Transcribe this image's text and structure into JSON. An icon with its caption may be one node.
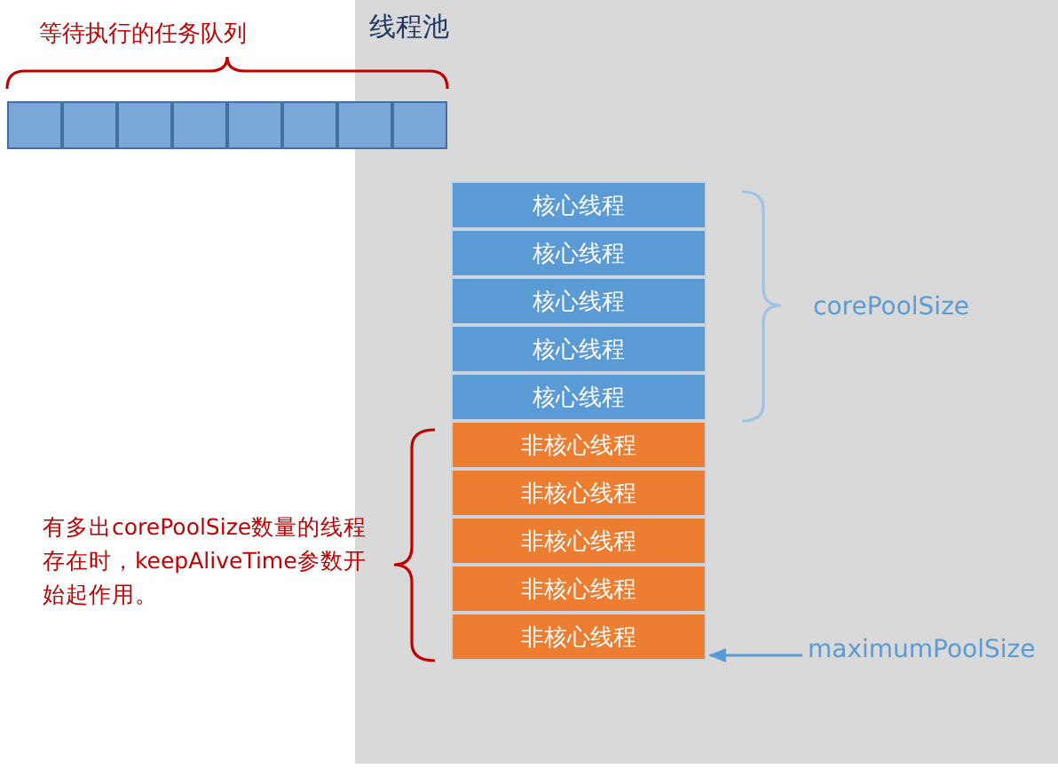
{
  "diagram": {
    "nodes": [
      {
        "text": [
          "线程池"
        ]
      },
      {
        "text": [],
        "shape": "box"
      },
      {
        "text": [],
        "shape": "box"
      },
      {
        "text": [],
        "shape": "box"
      },
      {
        "text": [],
        "shape": "box"
      },
      {
        "text": [],
        "shape": "box"
      },
      {
        "text": [],
        "shape": "box"
      },
      {
        "text": [],
        "shape": "box"
      },
      {
        "text": [],
        "shape": "box",
        "in": 0
      },
      {
        "text": [
          "核心线程"
        ],
        "in": 0
      },
      {
        "text": [
          "核心线程"
        ],
        "in": 0
      },
      {
        "text": [
          "核心线程"
        ],
        "in": 0
      },
      {
        "text": [
          "核心线程"
        ],
        "in": 0
      },
      {
        "text": [
          "核心线程"
        ],
        "in": 0
      },
      {
        "text": [
          "非核心线程"
        ],
        "in": 0
      },
      {
        "text": [
          "非核心线程"
        ],
        "in": 0
      },
      {
        "text": [
          "非核心线程"
        ],
        "in": 0
      },
      {
        "text": [
          "非核心线程"
        ],
        "in": 0
      },
      {
        "text": [
          "非核心线程"
        ],
        "in": 0
      },
      {
        "text": [
          "maximumPoolSize"
        ],
        "in": 0
      }
    ],
    "edges": [
      {
        "from": 19,
        "to": 18,
        "arrow": "to"
      }
    ],
    "labels": [
      "等待执行的任务队列",
      "corePoolSize",
      "有多出corePoolSize数量的线程存在时，keepAliveTime参数开始起作用。"
    ]
  }
}
